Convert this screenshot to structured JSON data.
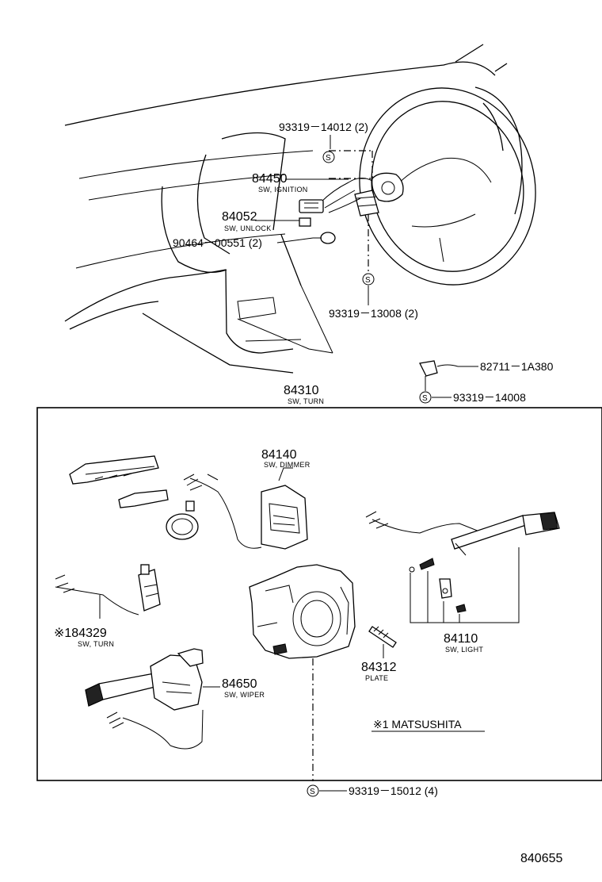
{
  "top_labels": {
    "p93319_14012": "93319－14012 (2)",
    "p84450": "84450",
    "p84450_sub": "SW, IGNITION",
    "p84052": "84052",
    "p84052_sub": "SW, UNLOCK",
    "p90464": "90464－00551 (2)",
    "p93319_13008": "93319－13008 (2)"
  },
  "mid_labels": {
    "p82711": "82711－1A380",
    "p93319_14008": "93319－14008",
    "p84310": "84310",
    "p84310_sub": "SW, TURN"
  },
  "box_labels": {
    "p84140": "84140",
    "p84140_sub": "SW, DIMMER",
    "p84329": "※184329",
    "p84329_sub": "SW, TURN",
    "p84110": "84110",
    "p84110_sub": "SW, LIGHT",
    "p84312": "84312",
    "p84312_sub": "PLATE",
    "p84650": "84650",
    "p84650_sub": "SW, WIPER",
    "footnote": "※1 MATSUSHITA"
  },
  "bottom_labels": {
    "p93319_15012": "93319－15012 (4)",
    "diagram_id": "840655"
  },
  "symbols": {
    "screw_symbol": "S"
  }
}
